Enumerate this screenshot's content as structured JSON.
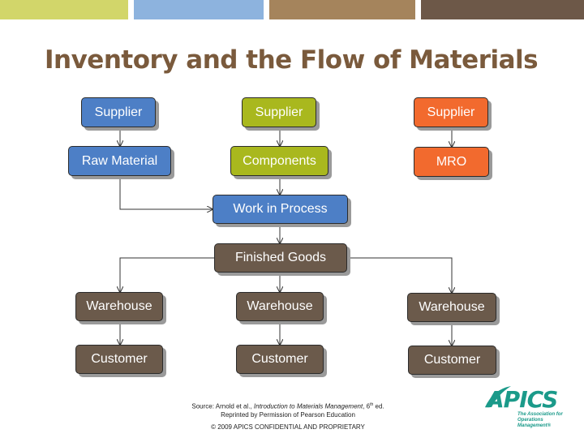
{
  "colors": {
    "bar1": "#d2d66a",
    "bar2": "#8db3de",
    "bar3": "#a5845c",
    "bar4": "#6d5848",
    "title": "#7a5a3c",
    "blue": "#4d7fc6",
    "olive": "#a9b81e",
    "orange": "#f26a2e",
    "brown": "#6b5a4b",
    "logo": "#1b9a8a"
  },
  "title": "Inventory and the Flow of Materials",
  "nodes": {
    "supplier1": "Supplier",
    "supplier2": "Supplier",
    "supplier3": "Supplier",
    "raw_material": "Raw Material",
    "components": "Components",
    "mro": "MRO",
    "wip": "Work in Process",
    "finished_goods": "Finished Goods",
    "warehouse1": "Warehouse",
    "warehouse2": "Warehouse",
    "warehouse3": "Warehouse",
    "customer1": "Customer",
    "customer2": "Customer",
    "customer3": "Customer"
  },
  "footer": {
    "source_prefix": "Source: Arnold et al., ",
    "source_title": "Introduction to Materials Management",
    "source_edition": ", 6",
    "source_sup": "th",
    "source_suffix": " ed.",
    "reprint": "Reprinted by Permission of Pearson Education",
    "copyright": "© 2009 APICS CONFIDENTIAL AND PROPRIETARY"
  },
  "logo": {
    "word": "APICS",
    "tagline_1": "The Association for",
    "tagline_2": "Operations Management®"
  }
}
